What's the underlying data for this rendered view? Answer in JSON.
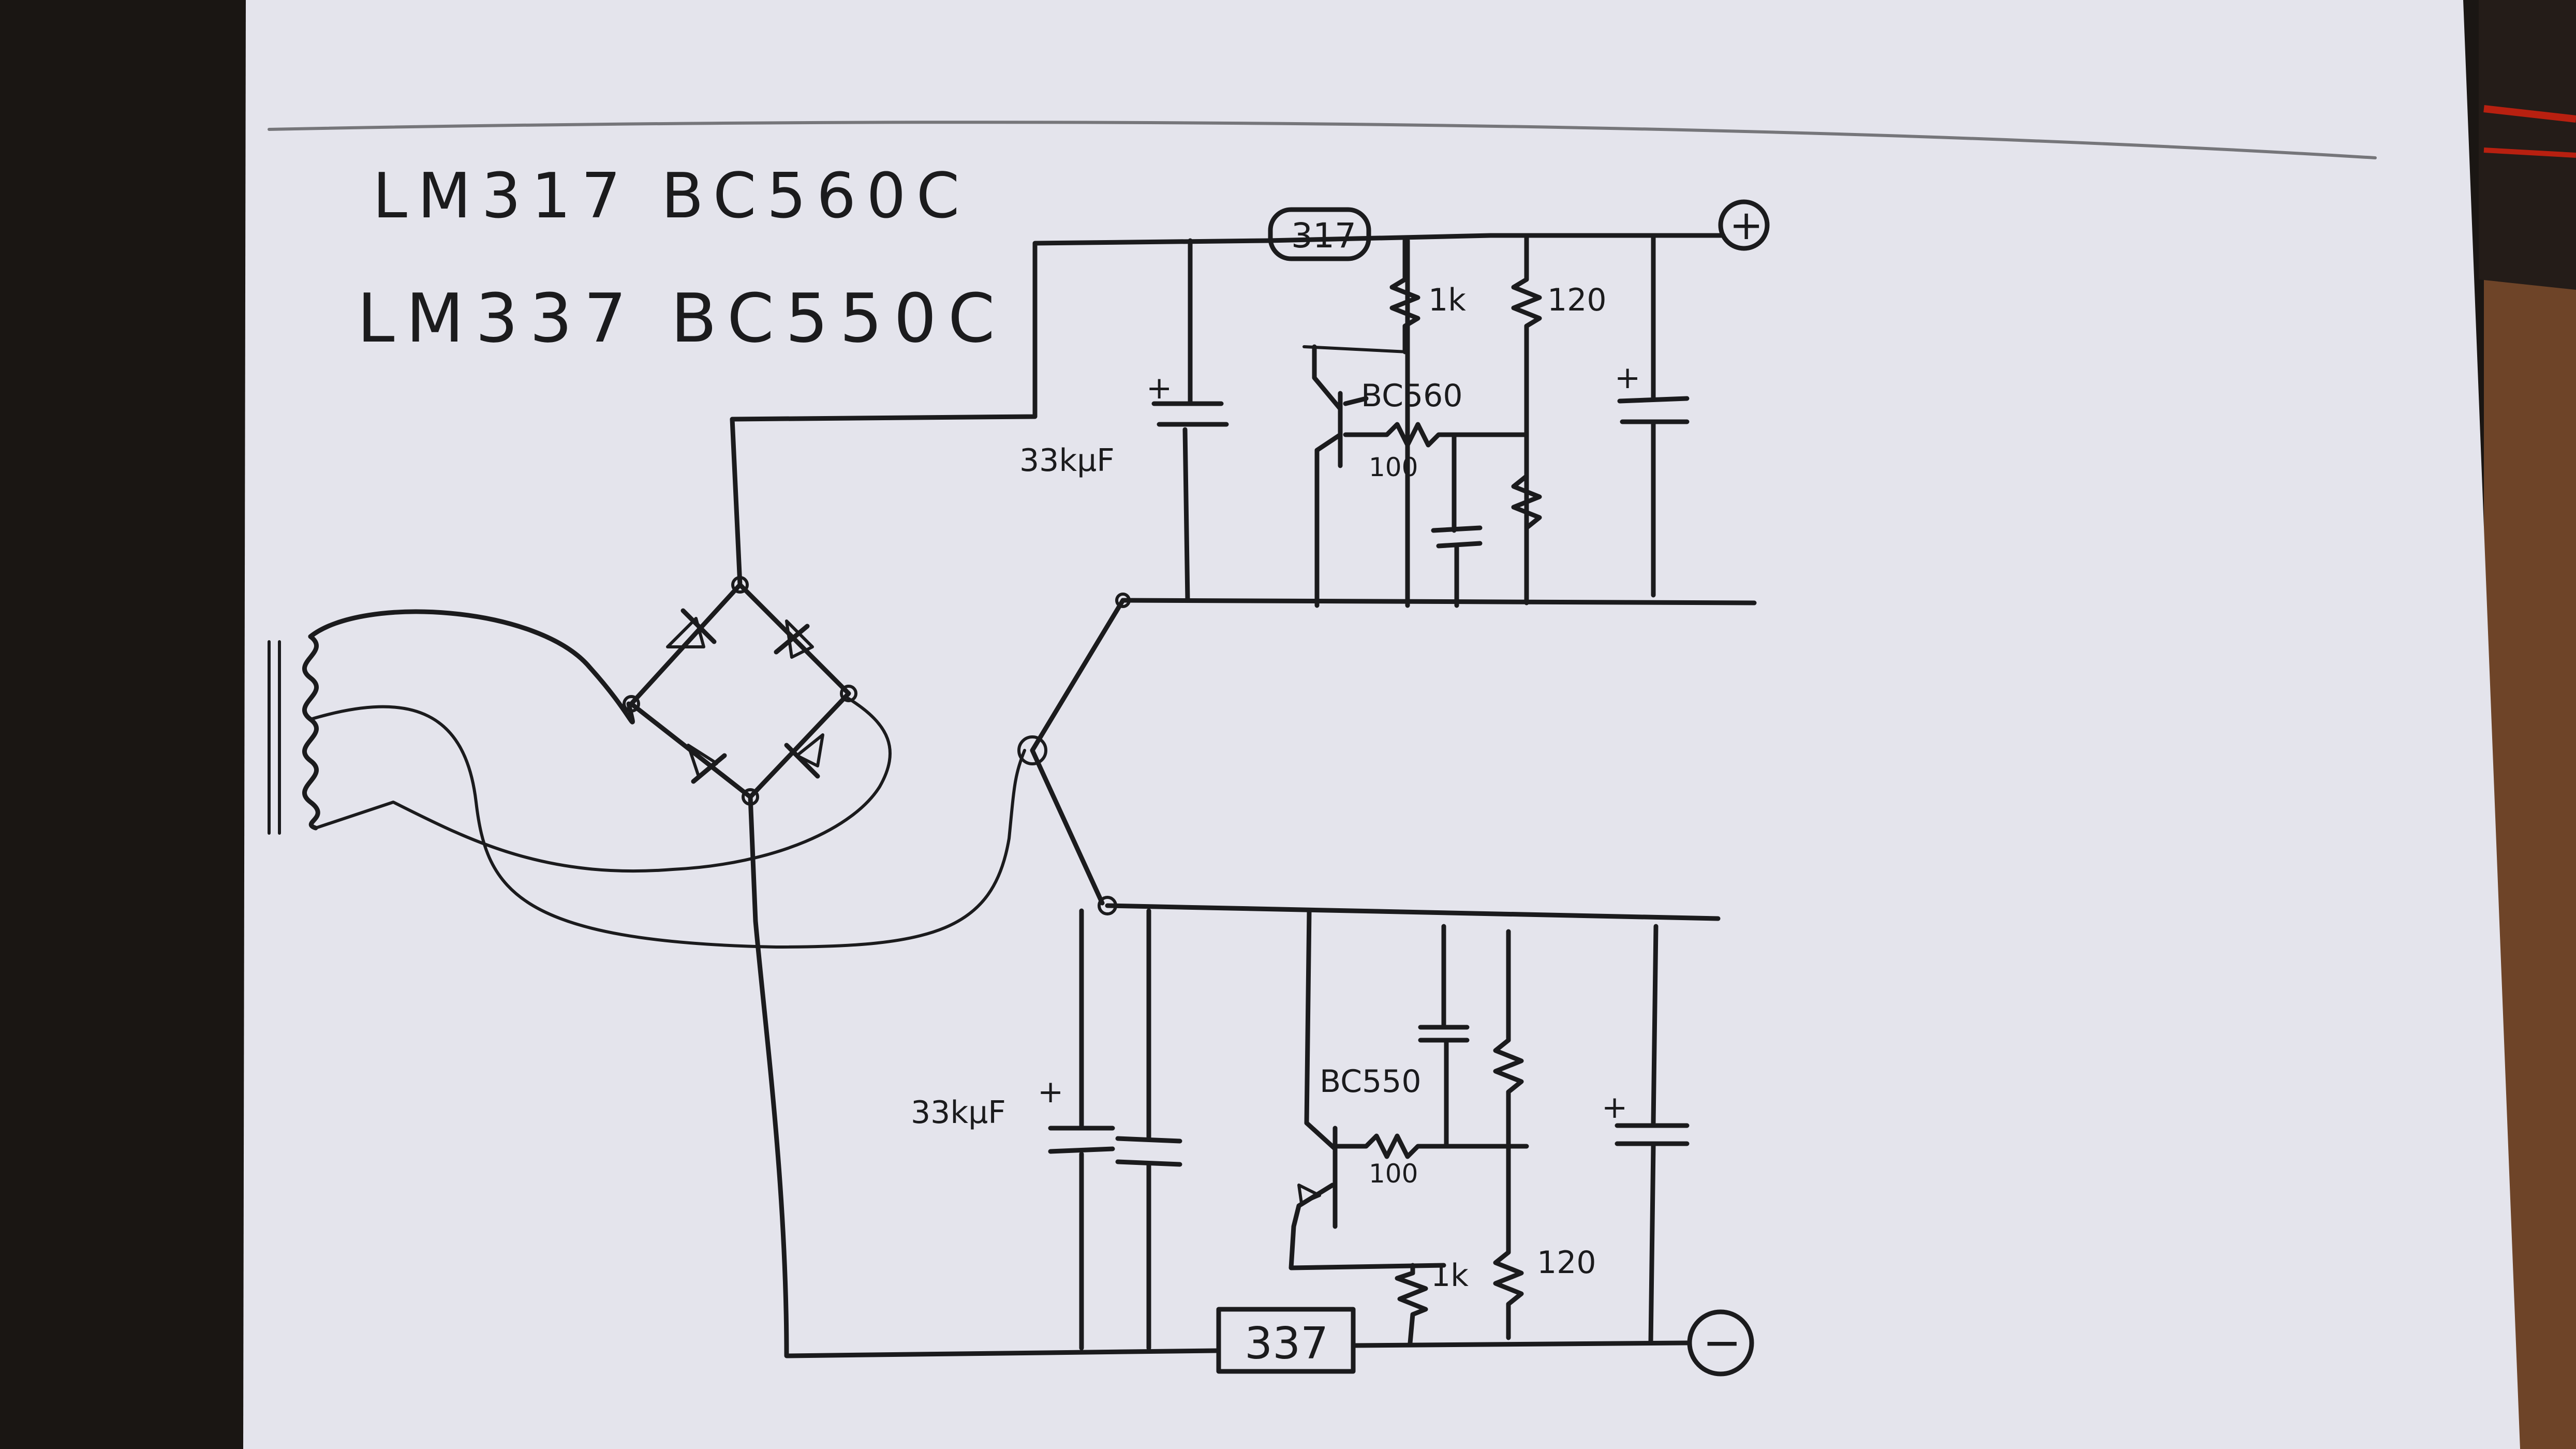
{
  "header": {
    "positive_parts": "LM317   BC560C",
    "negative_parts": "LM337   BC550C"
  },
  "labels": {
    "reg_pos": "317",
    "reg_neg": "337",
    "pnp": "BC560",
    "npn": "BC550",
    "r_1k_top": "1k",
    "r_120_top": "120",
    "r_100_top": "100",
    "cap_top": "33kμF",
    "cap_bottom": "33kμF",
    "r_100_bottom": "100",
    "r_1k_bottom": "1k",
    "r_120_bottom": "120",
    "plus_terminal": "+",
    "minus_terminal": "−",
    "polarity_plus": "+"
  },
  "colors": {
    "desk": "#1a1613",
    "paper": "#e4e4ec",
    "ink": "#1b1b1d",
    "wood": "#7a4a2a",
    "red_wire": "#b82010"
  }
}
